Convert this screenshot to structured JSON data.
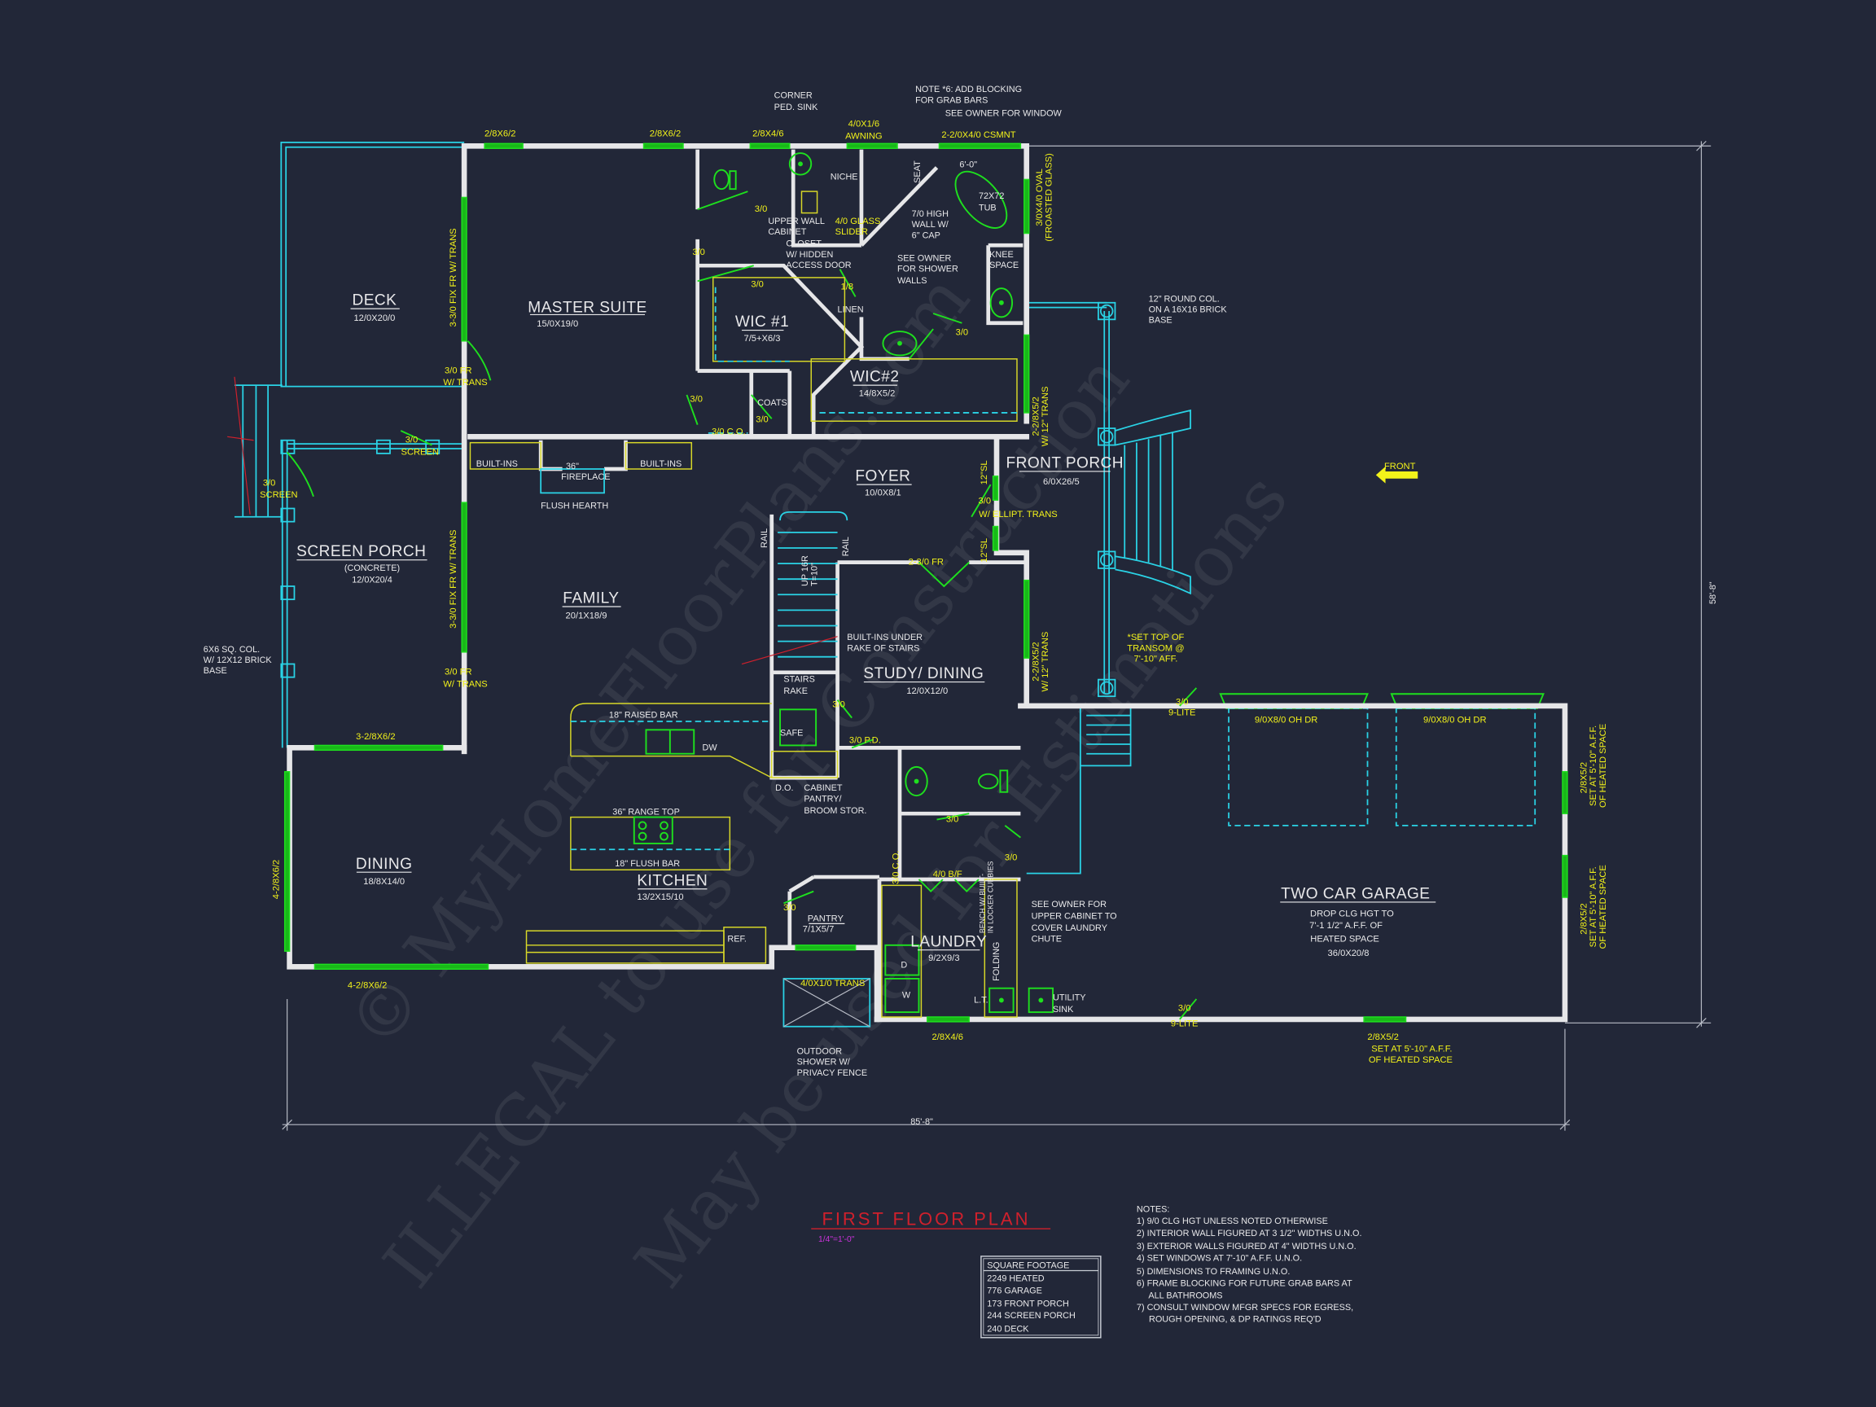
{
  "colors": {
    "background": "#222738",
    "wall": "#e6e6e8",
    "window": "#1ee01e",
    "porch": "#2ad3e6",
    "label": "#f2f21a",
    "title": "#d0202c",
    "scale": "#cc33dd"
  },
  "rooms": {
    "deck": {
      "name": "DECK",
      "size": "12/0X20/0"
    },
    "master": {
      "name": "MASTER SUITE",
      "size": "15/0X19/0"
    },
    "wic1": {
      "name": "WIC #1",
      "size": "7/5+X6/3"
    },
    "wic2": {
      "name": "WIC#2",
      "size": "14/8X5/2"
    },
    "foyer": {
      "name": "FOYER",
      "size": "10/0X8/1"
    },
    "front_porch": {
      "name": "FRONT PORCH",
      "size": "6/0X26/5"
    },
    "screen_porch": {
      "name": "SCREEN PORCH",
      "sub": "(CONCRETE)",
      "size": "12/0X20/4"
    },
    "family": {
      "name": "FAMILY",
      "size": "20/1X18/9"
    },
    "study": {
      "name": "STUDY/ DINING",
      "size": "12/0X12/0"
    },
    "dining": {
      "name": "DINING",
      "size": "18/8X14/0"
    },
    "kitchen": {
      "name": "KITCHEN",
      "size": "13/2X15/10"
    },
    "pantry": {
      "name": "PANTRY",
      "size": "7/1X5/7"
    },
    "laundry": {
      "name": "LAUNDRY",
      "size": "9/2X9/3"
    },
    "garage": {
      "name": "TWO CAR GARAGE",
      "note": [
        "DROP CLG HGT TO",
        "7'-1 1/2\" A.F.F. OF",
        "HEATED SPACE"
      ],
      "size": "36/0X20/8"
    }
  },
  "openings": {
    "w_top1": "2/8X6/2",
    "w_top2": "2/8X6/2",
    "w_top3": "2/8X4/6",
    "awning": [
      "4/0X1/6",
      "AWNING"
    ],
    "csmnt": "2-2/0X4/0 CSMNT",
    "oval": [
      "3/0X4/0 OVAL",
      "(FROASTED GLASS)"
    ],
    "fix_fr_1": "3-3/0 FIX FR W/ TRANS",
    "fr_trans_1": [
      "3/0 FR",
      "W/ TRANS"
    ],
    "fix_fr_2": "3-3/0 FIX FR W/ TRANS",
    "fr_trans_2": [
      "3/0 FR",
      "W/ TRANS"
    ],
    "screen_1": [
      "3/0",
      "SCREEN"
    ],
    "screen_2": [
      "3/0",
      "SCREEN"
    ],
    "d_bath": "3/0",
    "d_closet": "3/0",
    "d_1_8": "1/8",
    "d_master_bath": "3/0",
    "d_master": "3/0",
    "d_coats": "3/0",
    "co_1": "3/0 C.O.",
    "front_trans": [
      "2-2/8X5/2",
      "W/ 12\" TRANS"
    ],
    "front_trans_2": [
      "2-2/8X5/2",
      "W/ 12\" TRANS"
    ],
    "sl_1": "12\"SL",
    "sl_2": "12\"SL",
    "entry": [
      "3/0",
      "W/ ELLIPT. TRANS"
    ],
    "fr_study": "2-3/0 FR",
    "d_study": "3/0",
    "pd": "3/0 P.D.",
    "lite_1": [
      "3/0",
      "9-LITE"
    ],
    "lite_2": [
      "3/0",
      "9-LITE"
    ],
    "oh_1": "9/0X8/0 OH DR",
    "oh_2": "9/0X8/0 OH DR",
    "sp_window": "3-2/8X6/2",
    "dining_left": "4-2/8X6/2",
    "dining_bottom": "4-2/8X6/2",
    "garage_r1": [
      "2/8X5/2",
      "SET AT 5'-10\" A.F.F.",
      "OF HEATED SPACE"
    ],
    "garage_r2": [
      "2/8X5/2",
      "SET AT 5'-10\" A.F.F.",
      "OF HEATED SPACE"
    ],
    "garage_b": [
      "2/8X5/2",
      "SET AT 5'-10\" A.F.F.",
      "OF HEATED SPACE"
    ],
    "d_hall": "3/0",
    "co_2": "3/0 C.O.",
    "d_hall_2": "3/0",
    "bf": "4/0 B/F",
    "d_pantry": "3/0",
    "shower_trans": "4/0X1/0 TRANS",
    "laundry_w": "2/8X4/6",
    "transom_note": [
      "*SET TOP OF",
      "TRANSOM @",
      "7'-10\" AFF."
    ]
  },
  "annotations": {
    "ped_sink": [
      "CORNER",
      "PED. SINK"
    ],
    "note6": [
      "NOTE *6: ADD BLOCKING",
      "FOR GRAB BARS"
    ],
    "see_window": "SEE OWNER FOR WINDOW",
    "niche": "NICHE",
    "seat": "SEAT",
    "tub_dim": "6'-0\"",
    "tub": [
      "72X72",
      "TUB"
    ],
    "upper_cab": [
      "UPPER WALL",
      "CABINET"
    ],
    "slider": [
      "4/0 GLASS",
      "SLIDER"
    ],
    "high_wall": [
      "7/0 HIGH",
      "WALL W/",
      "6\" CAP"
    ],
    "closet": [
      "CLOSET",
      "W/ HIDDEN",
      "ACCESS DOOR"
    ],
    "shower_walls": [
      "SEE OWNER",
      "FOR SHOWER",
      "WALLS"
    ],
    "knee": [
      "KNEE",
      "SPACE"
    ],
    "linen": "LINEN",
    "coats": "COATS",
    "round_col": [
      "12\" ROUND COL.",
      "ON A 16X16 BRICK",
      "BASE"
    ],
    "front": "FRONT",
    "builtins_1": "BUILT-INS",
    "builtins_2": "BUILT-INS",
    "fireplace": [
      "36\"",
      "FIREPLACE"
    ],
    "hearth": "FLUSH HEARTH",
    "rail_1": "RAIL",
    "rail_2": "RAIL",
    "stairs_up": [
      "UP 16R",
      "T=10\""
    ],
    "builtins_rake": [
      "BUILT-INS UNDER",
      "RAKE OF STAIRS"
    ],
    "sq_col": [
      "6X6 SQ. COL.",
      "W/ 12X12 BRICK",
      "BASE"
    ],
    "stairs_rake": [
      "STAIRS",
      "RAKE"
    ],
    "safe": "SAFE",
    "raised_bar": "18\" RAISED BAR",
    "dw": "DW",
    "do": "D.O.",
    "cab_pantry": [
      "CABINET",
      "PANTRY/",
      "BROOM STOR."
    ],
    "range": "36\" RANGE TOP",
    "flush_bar": "18\" FLUSH BAR",
    "ref": "REF.",
    "chute": [
      "SEE OWNER FOR",
      "UPPER CABINET TO",
      "COVER LAUNDRY",
      "CHUTE"
    ],
    "bench": [
      "BENCH W/ BUILT-",
      "IN LOCKER CUBBIES"
    ],
    "folding": "FOLDING",
    "dryer": "D",
    "washer": "W",
    "lt": "L.T.",
    "utility": [
      "UTILITY",
      "SINK"
    ],
    "outdoor_shower": [
      "OUTDOOR",
      "SHOWER W/",
      "PRIVACY FENCE"
    ]
  },
  "dimensions": {
    "width": "85'-8\"",
    "depth": "58'-8\""
  },
  "title": {
    "text": "FIRST FLOOR PLAN",
    "scale": "1/4\"=1'-0\""
  },
  "square_footage": {
    "header": "SQUARE FOOTAGE",
    "rows": [
      "2249 HEATED",
      "776  GARAGE",
      "173  FRONT PORCH",
      "244  SCREEN PORCH",
      "240  DECK"
    ]
  },
  "notes": {
    "header": "NOTES:",
    "items": [
      "1)  9/0 CLG HGT UNLESS NOTED OTHERWISE",
      "2)  INTERIOR WALL FIGURED AT 3 1/2\" WIDTHS U.N.O.",
      "3)  EXTERIOR WALLS FIGURED AT 4\" WIDTHS U.N.O.",
      "4)  SET WINDOWS AT 7'-10\" A.F.F. U.N.O.",
      "5)  DIMENSIONS TO FRAMING U.N.O.",
      "6)  FRAME BLOCKING FOR FUTURE GRAB BARS AT",
      "     ALL BATHROOMS",
      "7)  CONSULT WINDOW MFGR SPECS FOR EGRESS,",
      "     ROUGH OPENING, & DP RATINGS REQ'D"
    ]
  },
  "watermark": [
    "© MyHomeFloorPlans.com",
    "ILLEGAL to use for Construction",
    "May be used for Estimations"
  ]
}
